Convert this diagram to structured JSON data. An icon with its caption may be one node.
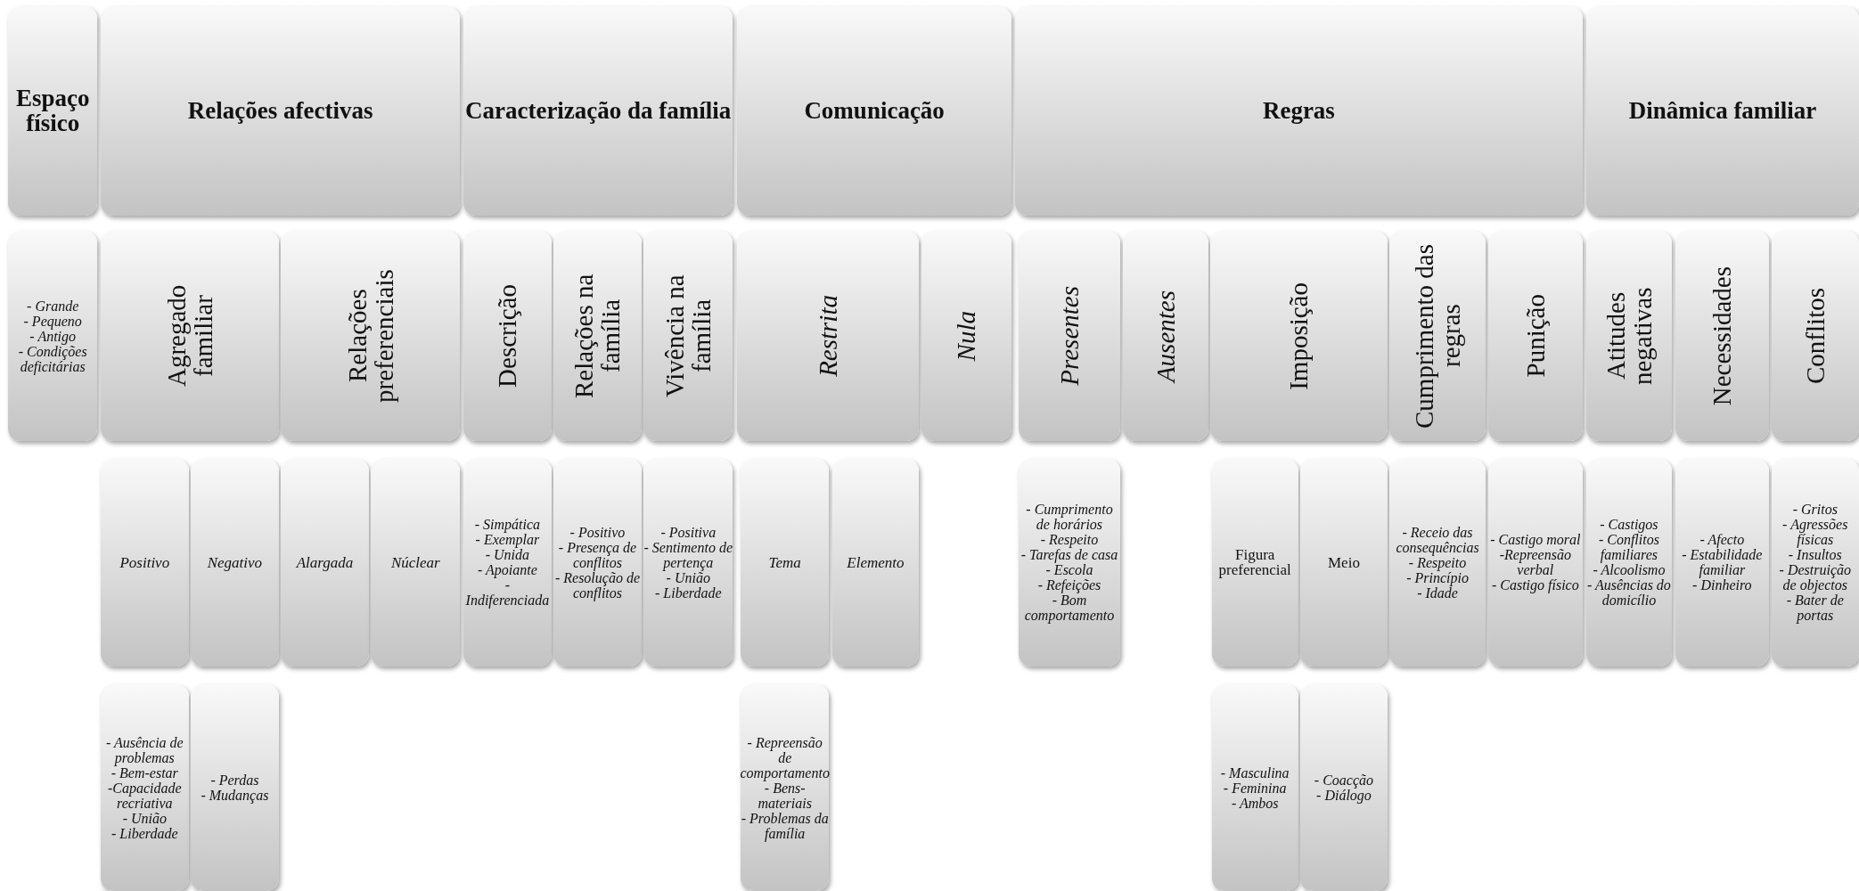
{
  "diagram": {
    "nodes": [
      {
        "text": [
          "Espaço físico"
        ]
      },
      {
        "text": [
          "Relações afectivas"
        ]
      },
      {
        "text": [
          "Caracterização da família"
        ]
      },
      {
        "text": [
          "Comunicação"
        ]
      },
      {
        "text": [
          "Regras"
        ]
      },
      {
        "text": [
          "Dinâmica familiar"
        ]
      },
      {
        "text": [
          "- Grande",
          "- Pequeno",
          "- Antigo",
          "- Condições deficitárias"
        ]
      },
      {
        "text": [
          "Agregado familiar"
        ]
      },
      {
        "text": [
          "Relações preferenciais"
        ]
      },
      {
        "text": [
          "Descrição"
        ]
      },
      {
        "text": [
          "Relações na família"
        ]
      },
      {
        "text": [
          "Vivência na família"
        ]
      },
      {
        "text": [
          "Restrita"
        ]
      },
      {
        "text": [
          "Nula"
        ]
      },
      {
        "text": [
          "Presentes"
        ]
      },
      {
        "text": [
          "Ausentes"
        ]
      },
      {
        "text": [
          "Imposição"
        ]
      },
      {
        "text": [
          "Cumprimento das regras"
        ]
      },
      {
        "text": [
          "Punição"
        ]
      },
      {
        "text": [
          "Atitudes negativas"
        ]
      },
      {
        "text": [
          "Necessidades"
        ]
      },
      {
        "text": [
          "Conflitos"
        ]
      },
      {
        "text": [
          "Positivo"
        ]
      },
      {
        "text": [
          "Negativo"
        ]
      },
      {
        "text": [
          "Alargada"
        ]
      },
      {
        "text": [
          "Núclear"
        ]
      },
      {
        "text": [
          "- Simpática",
          "- Exemplar",
          "- Unida",
          "- Apoiante",
          "-Indiferenciada"
        ]
      },
      {
        "text": [
          "- Positivo",
          "- Presença de conflitos",
          "- Resolução de conflitos"
        ]
      },
      {
        "text": [
          "- Positiva",
          "- Sentimento de pertença",
          "- União",
          "- Liberdade"
        ]
      },
      {
        "text": [
          "Tema"
        ]
      },
      {
        "text": [
          "Elemento"
        ]
      },
      {
        "text": [
          "- Cumprimento de horários",
          "- Respeito",
          "- Tarefas de casa",
          "- Escola",
          "- Refeições",
          "- Bom comportamento"
        ]
      },
      {
        "text": [
          "Figura preferencial"
        ]
      },
      {
        "text": [
          "Meio"
        ]
      },
      {
        "text": [
          "- Receio das consequências",
          "- Respeito",
          "- Princípio",
          "- Idade"
        ]
      },
      {
        "text": [
          "- Castigo moral",
          "-Repreensão verbal",
          "- Castigo físico"
        ]
      },
      {
        "text": [
          "- Castigos",
          "- Conflitos familiares",
          "- Alcoolismo",
          "- Ausências do domicílio"
        ]
      },
      {
        "text": [
          "- Afecto",
          "- Estabilidade familiar",
          "- Dinheiro"
        ]
      },
      {
        "text": [
          "- Gritos",
          "- Agressões físicas",
          "- Insultos",
          "- Destruição de objectos",
          "- Bater de portas"
        ]
      },
      {
        "text": [
          "- Ausência de problemas",
          "- Bem-estar",
          "-Capacidade recriativa",
          "- União",
          "- Liberdade"
        ]
      },
      {
        "text": [
          "- Perdas",
          "- Mudanças"
        ]
      },
      {
        "text": [
          "- Repreensão de comportamento",
          "- Bens-materiais",
          "- Problemas da família"
        ]
      },
      {
        "text": [
          "- Masculina",
          "- Feminina",
          "- Ambos"
        ]
      },
      {
        "text": [
          "- Coacção",
          "- Diálogo"
        ]
      }
    ]
  }
}
